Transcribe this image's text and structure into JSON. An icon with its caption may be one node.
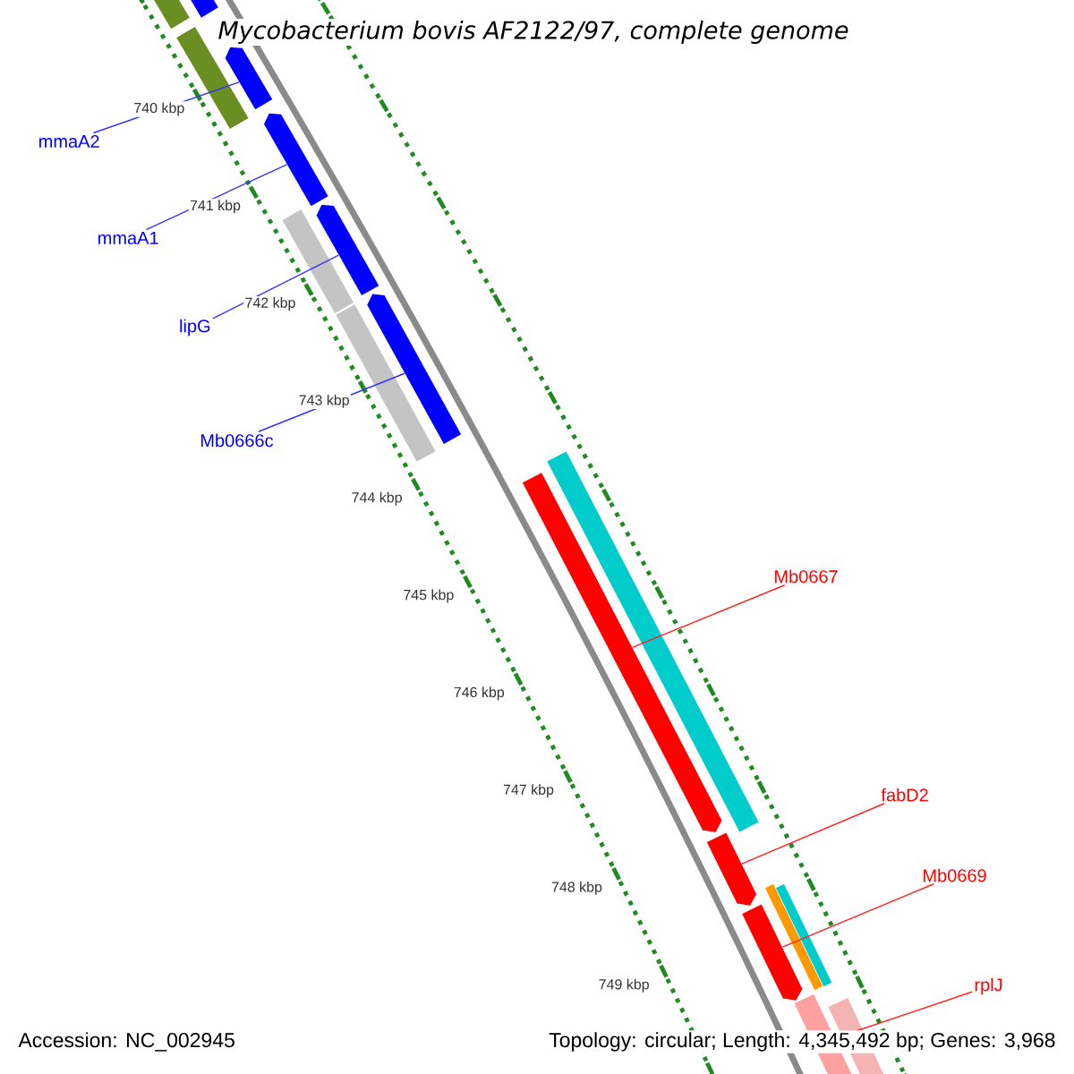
{
  "diagram": {
    "title": "Mycobacterium bovis AF2122/97, complete genome",
    "nodes": [
      {
        "text": [
          "mmaA2"
        ]
      },
      {
        "text": [
          "mmaA1"
        ]
      },
      {
        "text": [
          "lipG"
        ]
      },
      {
        "text": [
          "Mb0666c"
        ]
      },
      {
        "text": [
          "Mb0667"
        ]
      },
      {
        "text": [
          "fabD2"
        ]
      },
      {
        "text": [
          "Mb0669"
        ]
      },
      {
        "text": [
          "rplJ"
        ]
      },
      {
        "text": [],
        "shape": "arrow"
      },
      {
        "text": [],
        "shape": "arrow"
      },
      {
        "text": [],
        "shape": "arrow"
      },
      {
        "text": [],
        "shape": "arrow"
      },
      {
        "text": [],
        "shape": "arrow"
      },
      {
        "text": [],
        "shape": "arrow"
      },
      {
        "text": [],
        "shape": "arrow"
      },
      {
        "text": [],
        "shape": "bar"
      },
      {
        "text": [],
        "shape": "bar"
      },
      {
        "text": [],
        "shape": "bar"
      },
      {
        "text": [],
        "shape": "bar"
      },
      {
        "text": [],
        "shape": "bar"
      },
      {
        "text": [],
        "shape": "bar"
      },
      {
        "text": [],
        "shape": "bar"
      },
      {
        "text": [],
        "shape": "bar"
      },
      {
        "text": [],
        "shape": "bar"
      },
      {
        "text": [],
        "shape": "bar"
      }
    ],
    "edges": [
      {
        "from": 0,
        "to": 8,
        "arrow": "none",
        "color": "#3333ff"
      },
      {
        "from": 1,
        "to": 9,
        "arrow": "none",
        "color": "#3333ff"
      },
      {
        "from": 2,
        "to": 10,
        "arrow": "none",
        "color": "#3333ff"
      },
      {
        "from": 3,
        "to": 11,
        "arrow": "none",
        "color": "#3333ff"
      },
      {
        "from": 4,
        "to": 12,
        "arrow": "none",
        "color": "#ff2222"
      },
      {
        "from": 5,
        "to": 13,
        "arrow": "none",
        "color": "#ff2222"
      },
      {
        "from": 6,
        "to": 14,
        "arrow": "none",
        "color": "#ff2222"
      },
      {
        "from": 7,
        "to": 15,
        "arrow": "none",
        "color": "#ff2222"
      }
    ],
    "labels": [
      "740 kbp",
      "741 kbp",
      "742 kbp",
      "743 kbp",
      "744 kbp",
      "745 kbp",
      "746 kbp",
      "747 kbp",
      "748 kbp",
      "749 kbp",
      "Accession: NC_002945",
      "Topology: circular; Length: 4,345,492 bp; Genes: 3,968"
    ]
  }
}
